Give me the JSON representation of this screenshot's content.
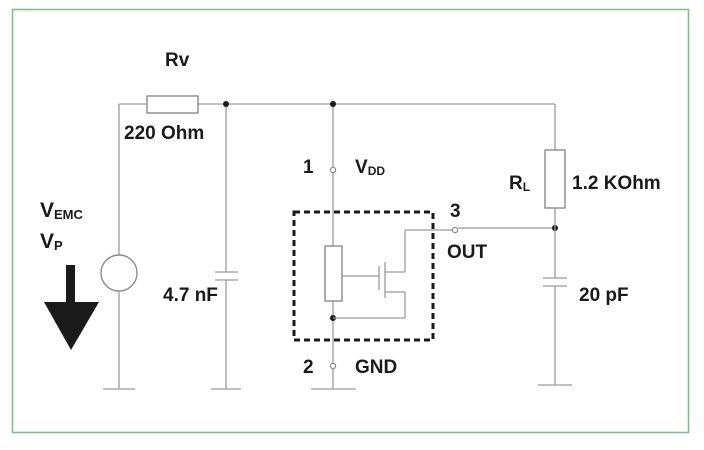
{
  "colors": {
    "frame": "#7fbf8f",
    "wire": "#9a9a9a",
    "text": "#1a1a1a",
    "arrow": "#1a1a1a"
  },
  "labels": {
    "rv": "Rv",
    "rv_value": "220 Ohm",
    "vemc": "VEMC",
    "vp": "VP",
    "cap1_value": "4.7 nF",
    "pin1_number": "1",
    "vdd": "VDD",
    "pin2_number": "2",
    "gnd": "GND",
    "pin3_number": "3",
    "out": "OUT",
    "rl": "RL",
    "rl_value": "1.2 KOhm",
    "cap2_value": "20 pF"
  }
}
